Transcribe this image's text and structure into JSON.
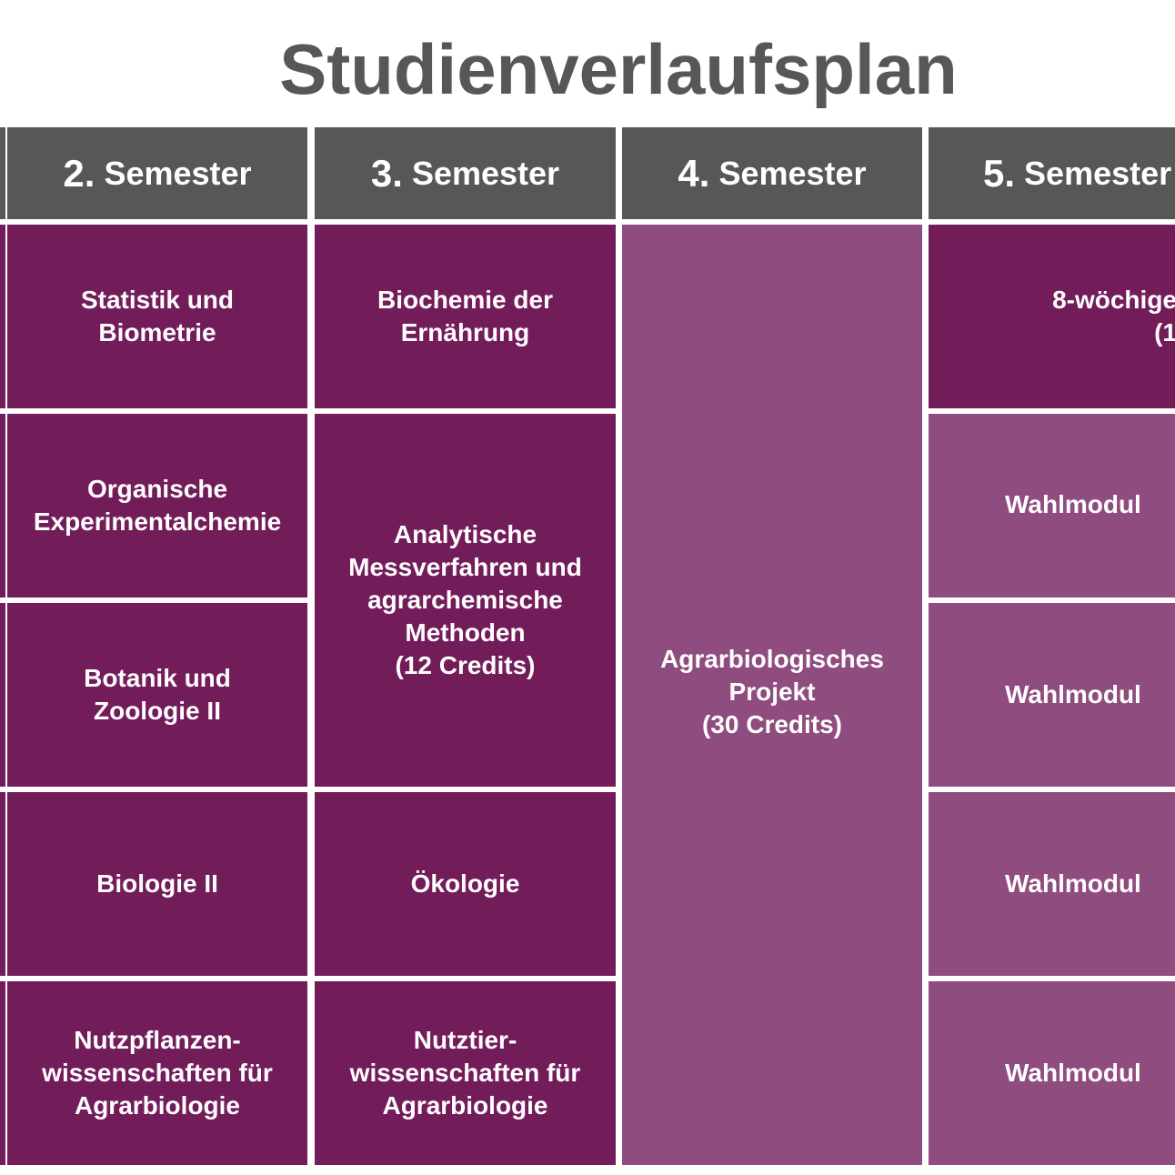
{
  "title": "Studienverlaufsplan",
  "colors": {
    "header": "#575757",
    "mandatory": "#731c5a",
    "project_elective": "#8f4c7e",
    "title_text": "#575757"
  },
  "semesters": [
    {
      "number": "2.",
      "label": "Semester",
      "modules": [
        "Statistik und\nBiometrie",
        "Organische\nExperimentalchemie",
        "Botanik und\nZoologie  II",
        "Biologie II",
        "Nutzpflanzen-\nwissenschaften für\nAgrarbiologie"
      ]
    },
    {
      "number": "3.",
      "label": "Semester",
      "modules": [
        "Biochemie der\nErnährung",
        "Analytische\nMessverfahren und\nagrarchemische\nMethoden\n(12 Credits)",
        "Ökologie",
        "Nutztier-\nwissenschaften für\nAgrarbiologie"
      ]
    },
    {
      "number": "4.",
      "label": "Semester",
      "modules": [
        "Agrarbiologisches\nProjekt\n(30 Credits)"
      ]
    },
    {
      "number": "5.",
      "label": "Semester",
      "modules": [
        "8-wöchige\n(1",
        "Wahlmodul",
        "Wahlmodul",
        "Wahlmodul",
        "Wahlmodul"
      ]
    }
  ]
}
